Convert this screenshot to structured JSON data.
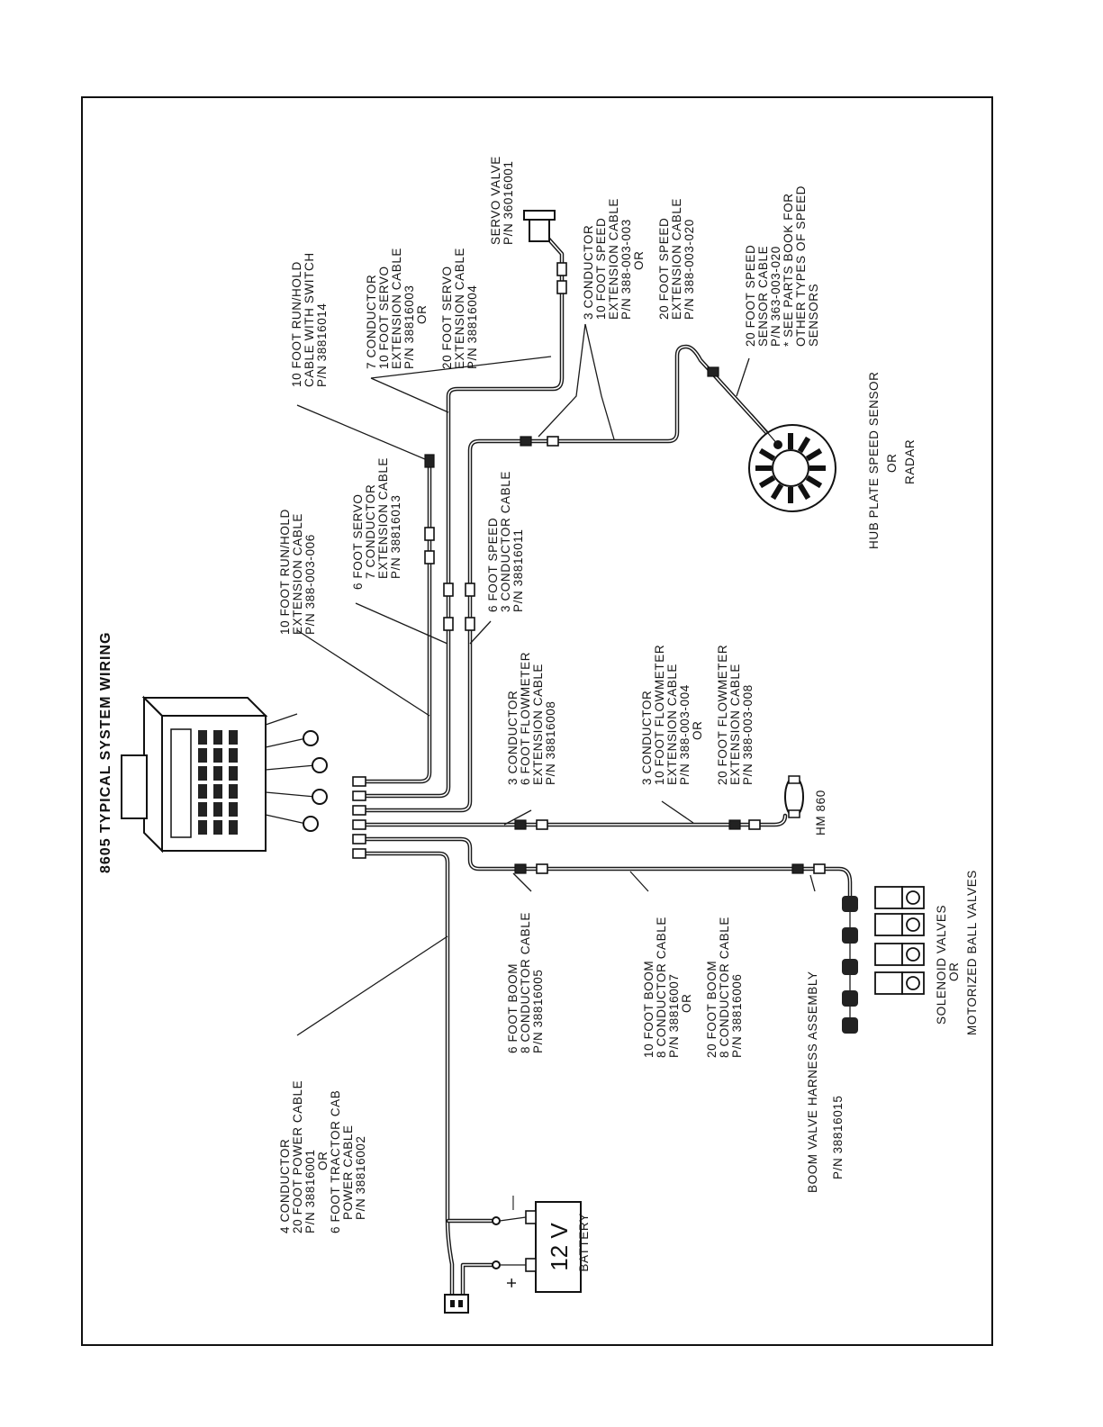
{
  "title": "8605 TYPICAL SYSTEM WIRING",
  "labels": {
    "power_cable": [
      "4  CONDUCTOR",
      "20  FOOT  POWER  CABLE",
      "P/N  38816001",
      "OR",
      "6  FOOT  TRACTOR  CAB",
      "POWER  CABLE",
      "P/N  38816002"
    ],
    "battery_voltage": "12 V",
    "battery_label": "BATTERY",
    "battery_plus": "+",
    "battery_minus": "—",
    "boom_6ft": [
      "6  FOOT  BOOM",
      "8  CONDUCTOR  CABLE",
      "P/N  38816005"
    ],
    "boom_10_20ft": [
      "10  FOOT  BOOM",
      "8  CONDUCTOR  CABLE",
      "P/N  38816007",
      "OR",
      "20  FOOT  BOOM",
      "8  CONDUCTOR  CABLE",
      "P/N  38816006"
    ],
    "boom_harness": [
      "BOOM  VALVE  HARNESS  ASSEMBLY",
      "P/N  38816015"
    ],
    "valves": [
      "SOLENOID  VALVES",
      "OR",
      "MOTORIZED  BALL  VALVES"
    ],
    "flowmeter_6ft": [
      "3  CONDUCTOR",
      "6  FOOT  FLOWMETER",
      "EXTENSION  CABLE",
      "P/N  38816008"
    ],
    "flowmeter_10_20ft": [
      "3  CONDUCTOR",
      "10  FOOT  FLOWMETER",
      "EXTENSION  CABLE",
      "P/N  388-003-004",
      "OR",
      "20  FOOT  FLOWMETER",
      "EXTENSION  CABLE",
      "P/N  388-003-008"
    ],
    "flowmeter_model": "HM  860",
    "runhold_ext": [
      "10  FOOT  RUN/HOLD",
      "EXTENSION  CABLE",
      "P/N  388-003-006"
    ],
    "servo_6ft": [
      "6  FOOT  SERVO",
      "7  CONDUCTOR",
      "EXTENSION  CABLE",
      "P/N  38816013"
    ],
    "speed_6ft": [
      "6  FOOT  SPEED",
      "3  CONDUCTOR  CABLE",
      "P/N  38816011"
    ],
    "runhold_switch": [
      "10  FOOT  RUN/HOLD",
      "CABLE  WITH  SWITCH",
      "P/N  38816014"
    ],
    "servo_10_20ft": [
      "7  CONDUCTOR",
      "10  FOOT  SERVO",
      "EXTENSION  CABLE",
      "P/N  38816003",
      "OR",
      "20  FOOT  SERVO",
      "EXTENSION  CABLE",
      "P/N  38816004"
    ],
    "servo_valve": [
      "SERVO  VALVE",
      "P/N  36016001"
    ],
    "speed_10_20ft": [
      "3  CONDUCTOR",
      "10  FOOT  SPEED",
      "EXTENSION  CABLE",
      "P/N  388-003-003",
      "OR",
      "20  FOOT  SPEED",
      "EXTENSION  CABLE",
      "P/N  388-003-020"
    ],
    "speed_sensor_cable": [
      "20  FOOT  SPEED",
      "SENSOR  CABLE",
      "P/N  363-003-020",
      "*  SEE  PARTS  BOOK  FOR",
      "OTHER  TYPES  OF  SPEED",
      "SENSORS"
    ],
    "hub_sensor": [
      "HUB  PLATE  SPEED  SENSOR",
      "OR",
      "RADAR"
    ]
  }
}
